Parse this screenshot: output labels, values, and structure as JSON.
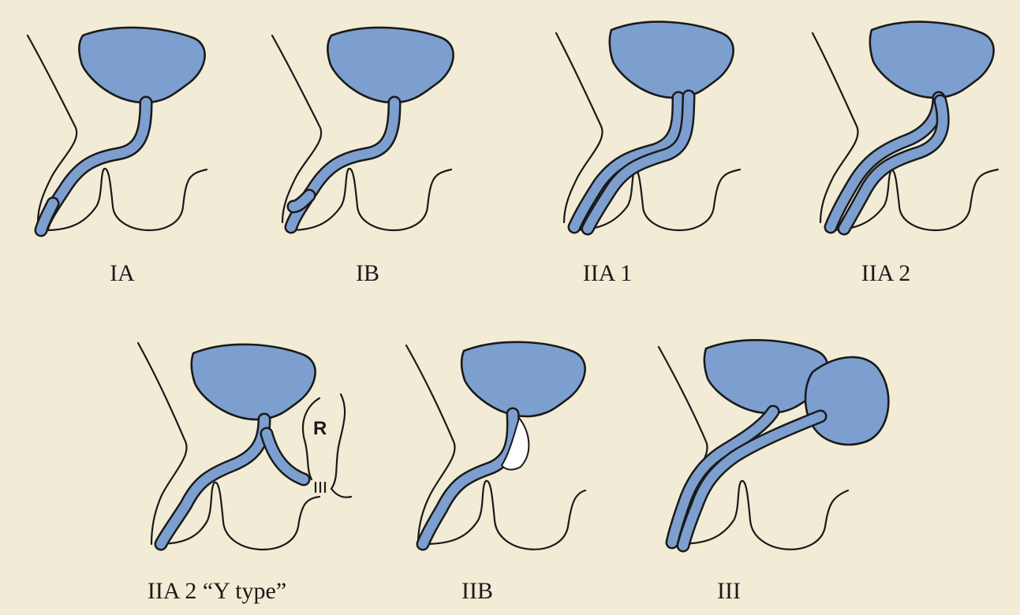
{
  "panels": [
    {
      "id": "IA",
      "label": "IA"
    },
    {
      "id": "IB",
      "label": "IB"
    },
    {
      "id": "IIA1",
      "label": "IIA 1"
    },
    {
      "id": "IIA2",
      "label": "IIA 2"
    },
    {
      "id": "IIA2Y",
      "label": "IIA 2 “Y type”",
      "marker": "R"
    },
    {
      "id": "IIB",
      "label": "IIB"
    },
    {
      "id": "III",
      "label": "III"
    }
  ],
  "colors": {
    "background": "#f2ecd6",
    "bladder": "#7d9fcf",
    "outline": "#1a1a1a"
  }
}
